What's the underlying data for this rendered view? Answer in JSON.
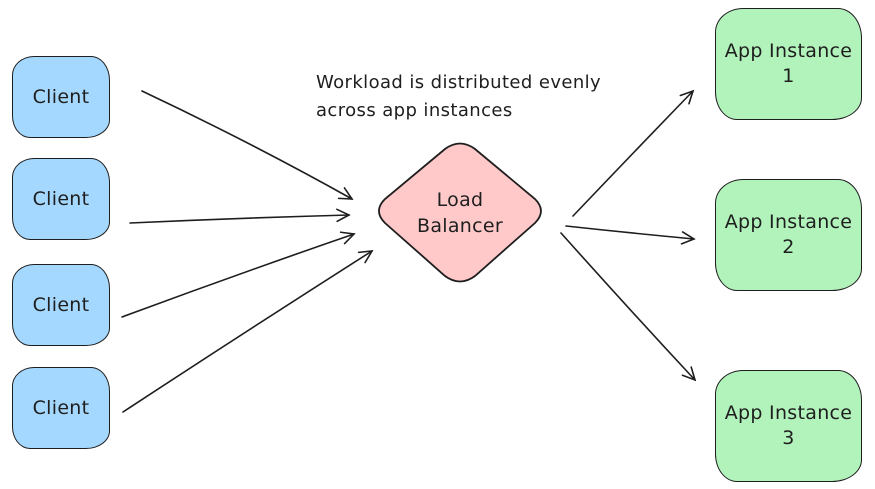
{
  "colors": {
    "background": "#ffffff",
    "stroke": "#1e1e1e",
    "client_fill": "#a5d8ff",
    "load_balancer_fill": "#ffc9c9",
    "app_instance_fill": "#b2f2bb"
  },
  "annotation": {
    "line1": "Workload is distributed evenly",
    "line2": "across app instances"
  },
  "clients": [
    {
      "label": "Client"
    },
    {
      "label": "Client"
    },
    {
      "label": "Client"
    },
    {
      "label": "Client"
    }
  ],
  "load_balancer": {
    "line1": "Load",
    "line2": "Balancer"
  },
  "app_instances": [
    {
      "name_line": "App Instance",
      "number": "1"
    },
    {
      "name_line": "App Instance",
      "number": "2"
    },
    {
      "name_line": "App Instance",
      "number": "3"
    }
  ]
}
